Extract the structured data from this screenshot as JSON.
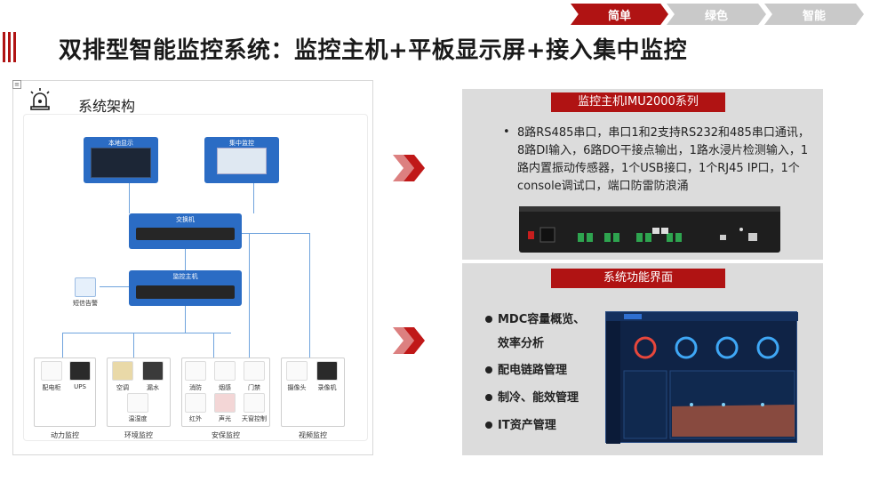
{
  "breadcrumb": {
    "steps": [
      "简单",
      "绿色",
      "智能"
    ]
  },
  "page": {
    "title": "双排型智能监控系统：监控主机+平板显示屏+接入集中监控"
  },
  "architecture": {
    "title": "系统架构",
    "nodes": {
      "local_display": "本地显示",
      "central_monitor": "集中监控",
      "switch": "交换机",
      "host": "监控主机",
      "sms": "短信告警"
    },
    "devices": {
      "power_cabinet": "配电柜",
      "ups": "UPS",
      "aircon": "空调",
      "leak": "漏水",
      "temp_humidity": "温湿度",
      "fire": "消防",
      "smoke": "烟感",
      "door": "门禁",
      "infrared": "红外",
      "sound_light": "声光",
      "skylight": "天窗控制",
      "camera": "摄像头",
      "recorder": "录像机"
    },
    "groups": {
      "power": "动力监控",
      "environment": "环境监控",
      "security": "安保监控",
      "video": "视频监控"
    }
  },
  "host_panel": {
    "header": "监控主机IMU2000系列",
    "spec": "8路RS485串口，串口1和2支持RS232和485串口通讯，8路DI输入，6路DO干接点输出，1路水浸片检测输入，1路内置振动传感器，1个USB接口，1个RJ45 IP口，1个console调试口，端口防雷防浪涌"
  },
  "function_panel": {
    "header": "系统功能界面",
    "items": [
      "MDC容量概览、",
      "效率分析",
      "配电链路管理",
      "制冷、能效管理",
      "IT资产管理"
    ]
  },
  "colors": {
    "accent": "#b01313",
    "node_blue": "#2b6cc4",
    "panel_grey": "#dcdcdc"
  }
}
